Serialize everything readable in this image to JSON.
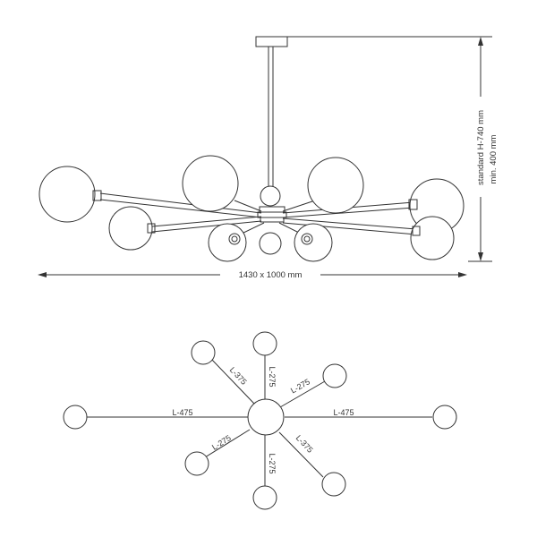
{
  "front_view": {
    "dimension_width": "1430 x 1000 mm",
    "height_standard": "standard H-740 mm",
    "height_min": "min. 400 mm"
  },
  "top_view": {
    "arms": [
      {
        "label": "L-475"
      },
      {
        "label": "L-475"
      },
      {
        "label": "L-375"
      },
      {
        "label": "L-375"
      },
      {
        "label": "L-275"
      },
      {
        "label": "L-275"
      },
      {
        "label": "L-275"
      },
      {
        "label": "L-275"
      }
    ]
  }
}
